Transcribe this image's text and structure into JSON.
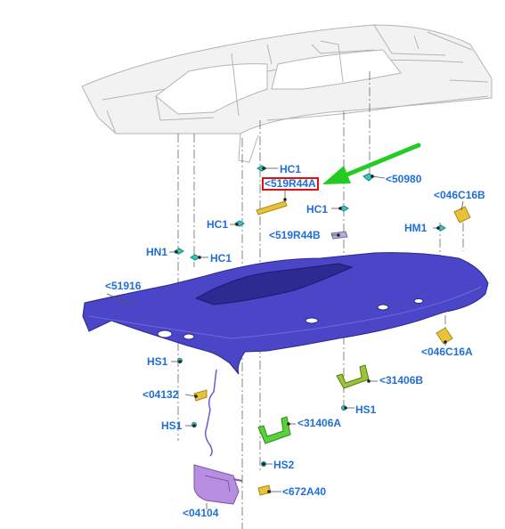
{
  "colors": {
    "callout_text": "#1f6fd6",
    "highlight_border": "#e01010",
    "pointer_arrow": "#22cc22",
    "headliner_fill": "#4b45c8",
    "headliner_edge": "#2b2890",
    "roof_line": "#b4b4b4",
    "clip_cyan": "#35c7c2",
    "handle_green": "#5ad13c",
    "bracket_yellow": "#e8c23a",
    "visor_purple": "#b88fe0",
    "leader_line": "#555555"
  },
  "callouts": {
    "hc1_top": "HC1",
    "part_519r44a": "<519R44A",
    "part_50980": "<50980",
    "part_046c16b": "<046C16B",
    "hc1_left": "HC1",
    "hc1_right": "HC1",
    "part_519r44b": "<519R44B",
    "hm1": "HM1",
    "hn1": "HN1",
    "hc1_lower": "HC1",
    "part_51916": "<51916",
    "part_046c16a": "<046C16A",
    "hs1_upper": "HS1",
    "part_31406b": "<31406B",
    "part_04132": "<04132",
    "hs1_right": "HS1",
    "hs1_lower": "HS1",
    "part_31406a": "<31406A",
    "hs2": "HS2",
    "part_672a40": "<672A40",
    "part_04104": "<04104"
  }
}
